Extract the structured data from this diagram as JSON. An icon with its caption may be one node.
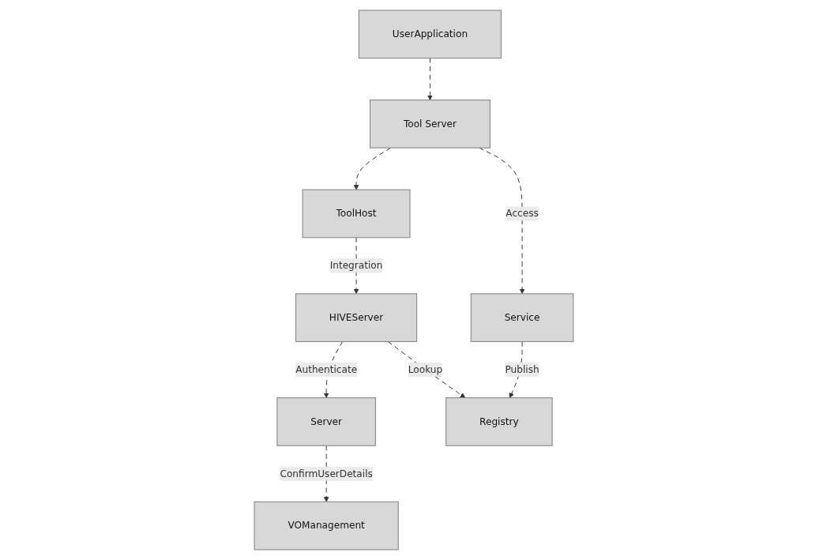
{
  "diagram": {
    "nodes": [
      {
        "text": [
          "UserApplication"
        ]
      },
      {
        "text": [
          "Tool Server"
        ]
      },
      {
        "text": [
          "ToolHost"
        ]
      },
      {
        "text": [
          "Service"
        ]
      },
      {
        "text": [
          "HIVEServer"
        ]
      },
      {
        "text": [
          "Server"
        ]
      },
      {
        "text": [
          "Registry"
        ]
      },
      {
        "text": [
          "VOManagement"
        ]
      }
    ],
    "edges": [
      {
        "from": 0,
        "to": 1,
        "arrow": "to",
        "style": "dashed"
      },
      {
        "from": 1,
        "to": 2,
        "arrow": "to",
        "style": "dashed"
      },
      {
        "from": 1,
        "to": 3,
        "arrow": "to",
        "style": "dashed",
        "label": "Access"
      },
      {
        "from": 2,
        "to": 4,
        "arrow": "to",
        "style": "dashed",
        "label": "Integration"
      },
      {
        "from": 4,
        "to": 5,
        "arrow": "to",
        "style": "dashed",
        "label": "Authenticate"
      },
      {
        "from": 3,
        "to": 6,
        "arrow": "to",
        "style": "dashed",
        "label": "Publish"
      },
      {
        "from": 4,
        "to": 6,
        "arrow": "to",
        "style": "dashed",
        "label": "Lookup"
      },
      {
        "from": 5,
        "to": 7,
        "arrow": "to",
        "style": "dashed",
        "label": "ConfirmUserDetails"
      }
    ]
  }
}
